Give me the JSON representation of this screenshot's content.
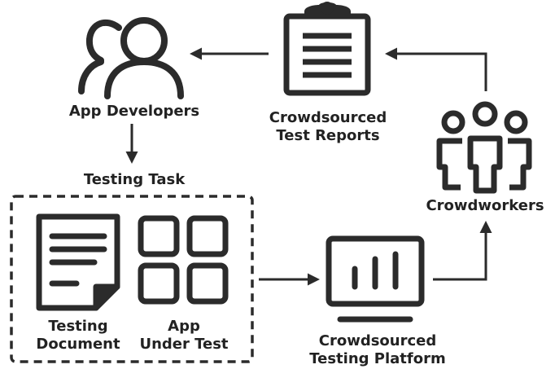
{
  "nodes": {
    "app_developers": {
      "label": "App Developers"
    },
    "testing_task": {
      "label": "Testing Task"
    },
    "testing_document": {
      "line1": "Testing",
      "line2": "Document"
    },
    "app_under_test": {
      "line1": "App",
      "line2": "Under Test"
    },
    "crowdsourced_test_reports": {
      "line1": "Crowdsourced",
      "line2": "Test Reports"
    },
    "crowdworkers": {
      "label": "Crowdworkers"
    },
    "crowdsourced_testing_platform": {
      "line1": "Crowdsourced",
      "line2": "Testing Platform"
    }
  },
  "edges": [
    {
      "from": "Crowdsourced Test Reports",
      "to": "App Developers"
    },
    {
      "from": "App Developers",
      "to": "Testing Task"
    },
    {
      "from": "Testing Task",
      "to": "Crowdsourced Testing Platform"
    },
    {
      "from": "Crowdsourced Testing Platform",
      "to": "Crowdworkers"
    },
    {
      "from": "Crowdworkers",
      "to": "Crowdsourced Test Reports"
    }
  ],
  "colors": {
    "ink": "#2b2b2b",
    "background": "#ffffff"
  }
}
